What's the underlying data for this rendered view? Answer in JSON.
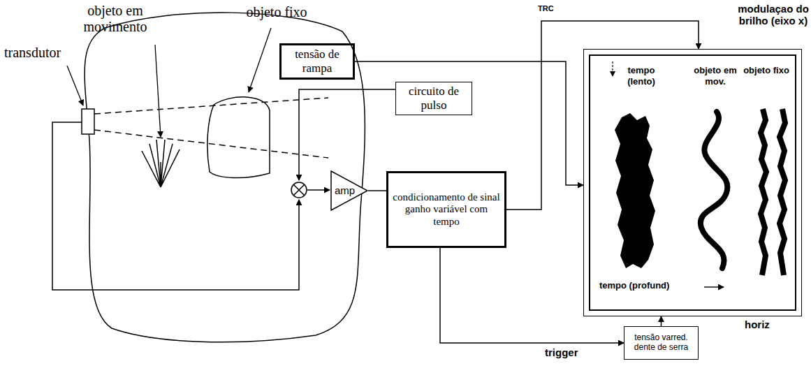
{
  "diagram": {
    "nodes": [
      {
        "text": [
          "tensão de rampa"
        ]
      },
      {
        "text": [
          "circuito de pulso"
        ]
      },
      {
        "text": [
          "amp"
        ]
      },
      {
        "text": [
          "condicionamento de sinal ganho variável com tempo"
        ]
      },
      {
        "text": [
          "tempo (lento)",
          "objeto em mov.",
          "objeto fixo",
          "tempo (profund)"
        ]
      },
      {
        "text": [
          "tensão varred. dente de serra"
        ]
      }
    ],
    "edges": [
      {
        "from": 0,
        "to": 4,
        "arrow": "to"
      },
      {
        "from": 2,
        "to": 3,
        "arrow": "none"
      },
      {
        "from": 3,
        "to": 4,
        "arrow": "to"
      },
      {
        "from": 3,
        "to": 5,
        "arrow": "to"
      },
      {
        "from": 5,
        "to": 4,
        "arrow": "to"
      }
    ],
    "labels": [
      "objeto em movimento",
      "objeto fixo",
      "transdutor",
      "TRC",
      "modulaçao do brilho (eixo x)",
      "horiz",
      "trigger"
    ]
  }
}
